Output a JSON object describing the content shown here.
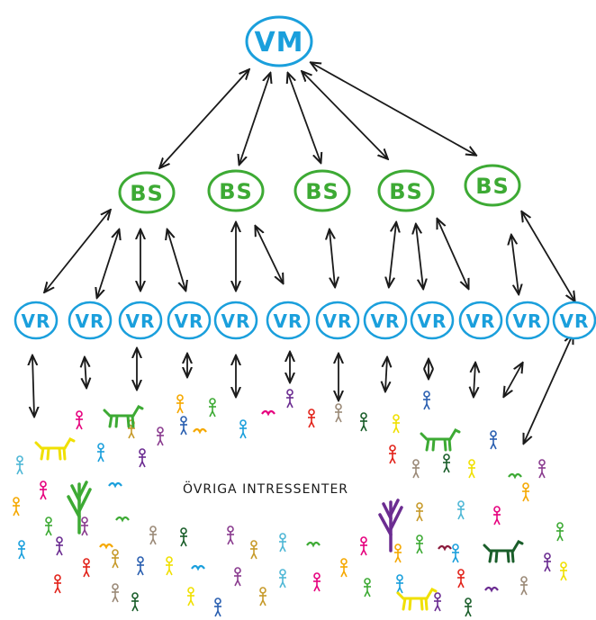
{
  "diagram": {
    "top_node": {
      "label": "VM",
      "color": "#1a9fdc"
    },
    "middle_nodes": [
      {
        "label": "BS"
      },
      {
        "label": "BS"
      },
      {
        "label": "BS"
      },
      {
        "label": "BS"
      },
      {
        "label": "BS"
      }
    ],
    "middle_color": "#3daa34",
    "bottom_nodes": [
      {
        "label": "VR"
      },
      {
        "label": "VR"
      },
      {
        "label": "VR"
      },
      {
        "label": "VR"
      },
      {
        "label": "VR"
      },
      {
        "label": "VR"
      },
      {
        "label": "VR"
      },
      {
        "label": "VR"
      },
      {
        "label": "VR"
      },
      {
        "label": "VR"
      },
      {
        "label": "VR"
      },
      {
        "label": "VR"
      }
    ],
    "bottom_color": "#1a9fdc",
    "arrow_color": "#1a1a1a",
    "crowd_label": "ÖVRIGA INTRESSENTER",
    "figure_colors": [
      "#e6007e",
      "#f5a800",
      "#3daa34",
      "#1a9fdc",
      "#6b2c91",
      "#e2231a",
      "#9b8a78",
      "#1a5e2a",
      "#f0e000",
      "#2a5fb0",
      "#8a3c8f",
      "#c79a2a",
      "#4fb7d6"
    ]
  }
}
